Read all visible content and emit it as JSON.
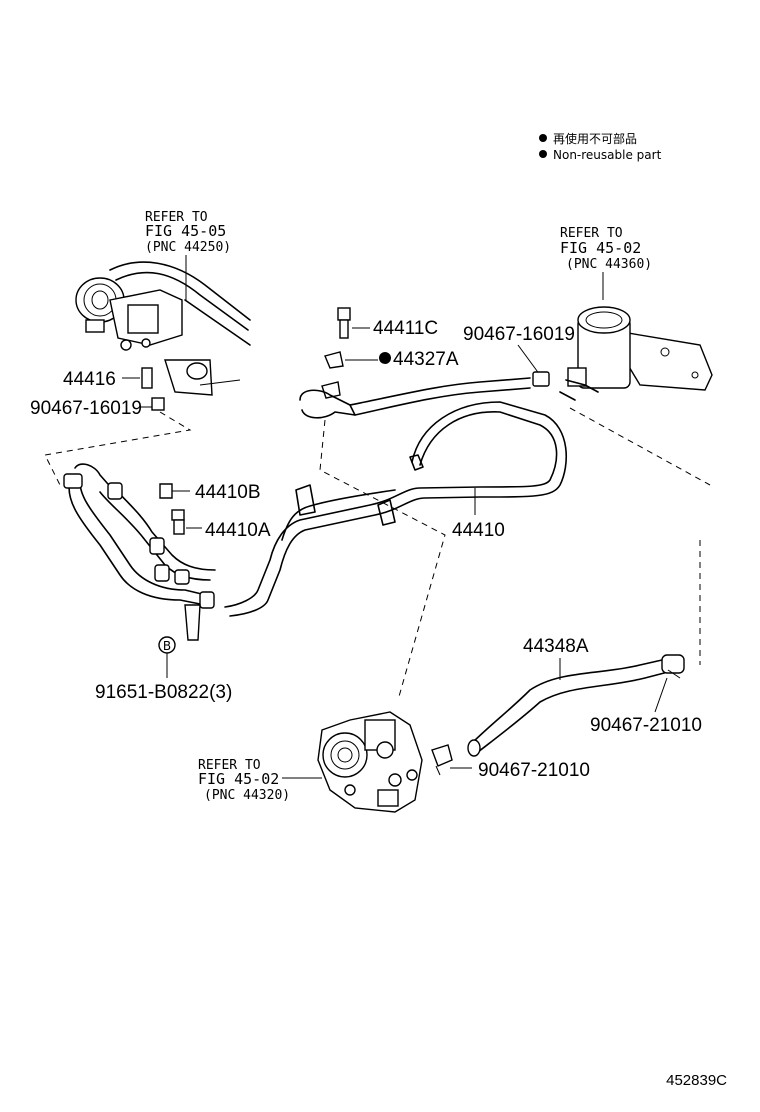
{
  "legend": {
    "line1": "再使用不可部品",
    "line2": "Non-reusable part"
  },
  "refs": {
    "gear_box": {
      "line1": "REFER TO",
      "line2": "FIG 45-05",
      "line3": "(PNC 44250)"
    },
    "reservoir": {
      "line1": "REFER TO",
      "line2": "FIG 45-02",
      "line3": "(PNC 44360)"
    },
    "pump": {
      "line1": "REFER TO",
      "line2": "FIG 45-02",
      "line3": "(PNC 44320)"
    }
  },
  "labels": {
    "p44416": "44416",
    "p90467_16019_left": "90467-16019",
    "p44411c": "44411C",
    "p44327a": "44327A",
    "p90467_16019_right": "90467-16019",
    "p44410b": "44410B",
    "p44410a": "44410A",
    "p44410": "44410",
    "p91651": "91651-B0822(3)",
    "bolt_mark": "B",
    "p44348a": "44348A",
    "p90467_21010_right": "90467-21010",
    "p90467_21010_bottom": "90467-21010"
  },
  "figure_code": "452839C"
}
